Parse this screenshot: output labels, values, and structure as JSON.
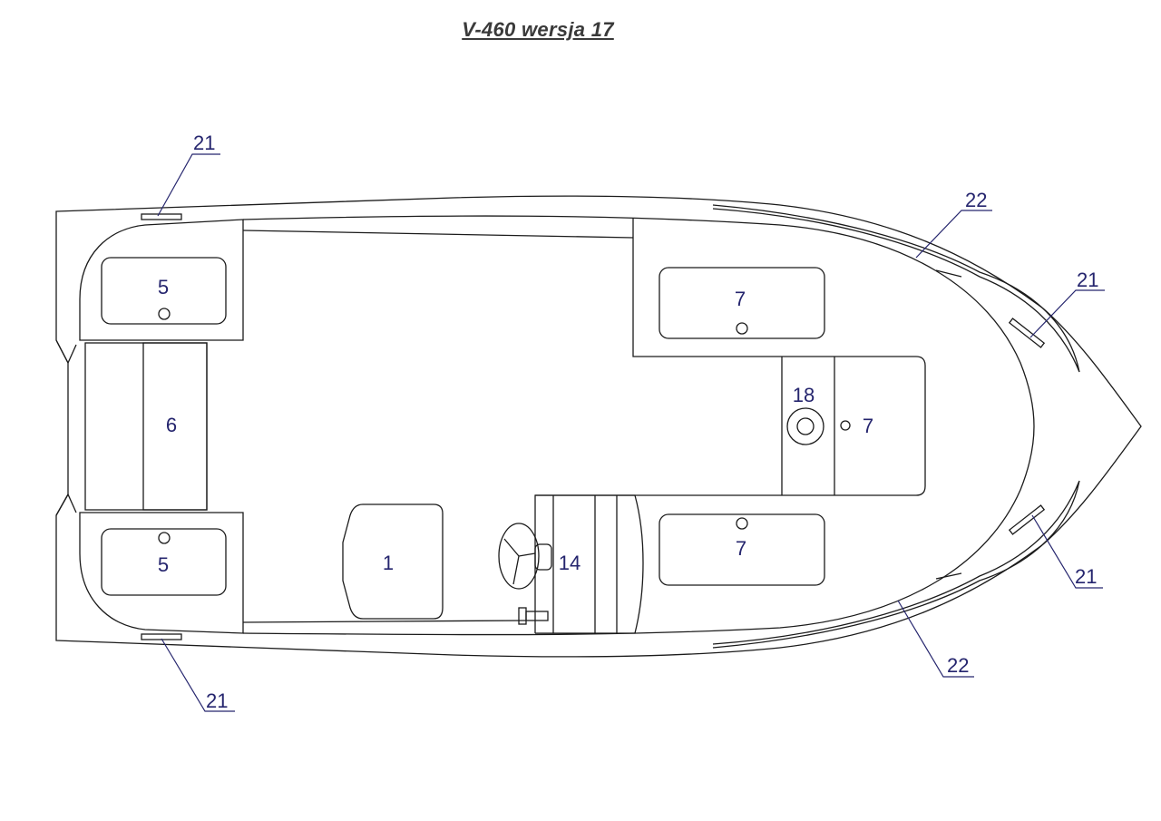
{
  "title": "V-460 wersja 17",
  "labels": {
    "bin_left_top": "5",
    "bin_left_bottom": "5",
    "rear_bench": "6",
    "fuel_tank": "1",
    "steering": "14",
    "bow_bin_top": "7",
    "bow_bin_right": "7",
    "bow_bin_bottom": "7",
    "seat_pedestal": "18",
    "cleat_top_stern": "21",
    "cleat_bottom_stern": "21",
    "cleat_top_bow": "21",
    "cleat_bottom_bow": "21",
    "rubstrake_top": "22",
    "rubstrake_bottom": "22"
  }
}
